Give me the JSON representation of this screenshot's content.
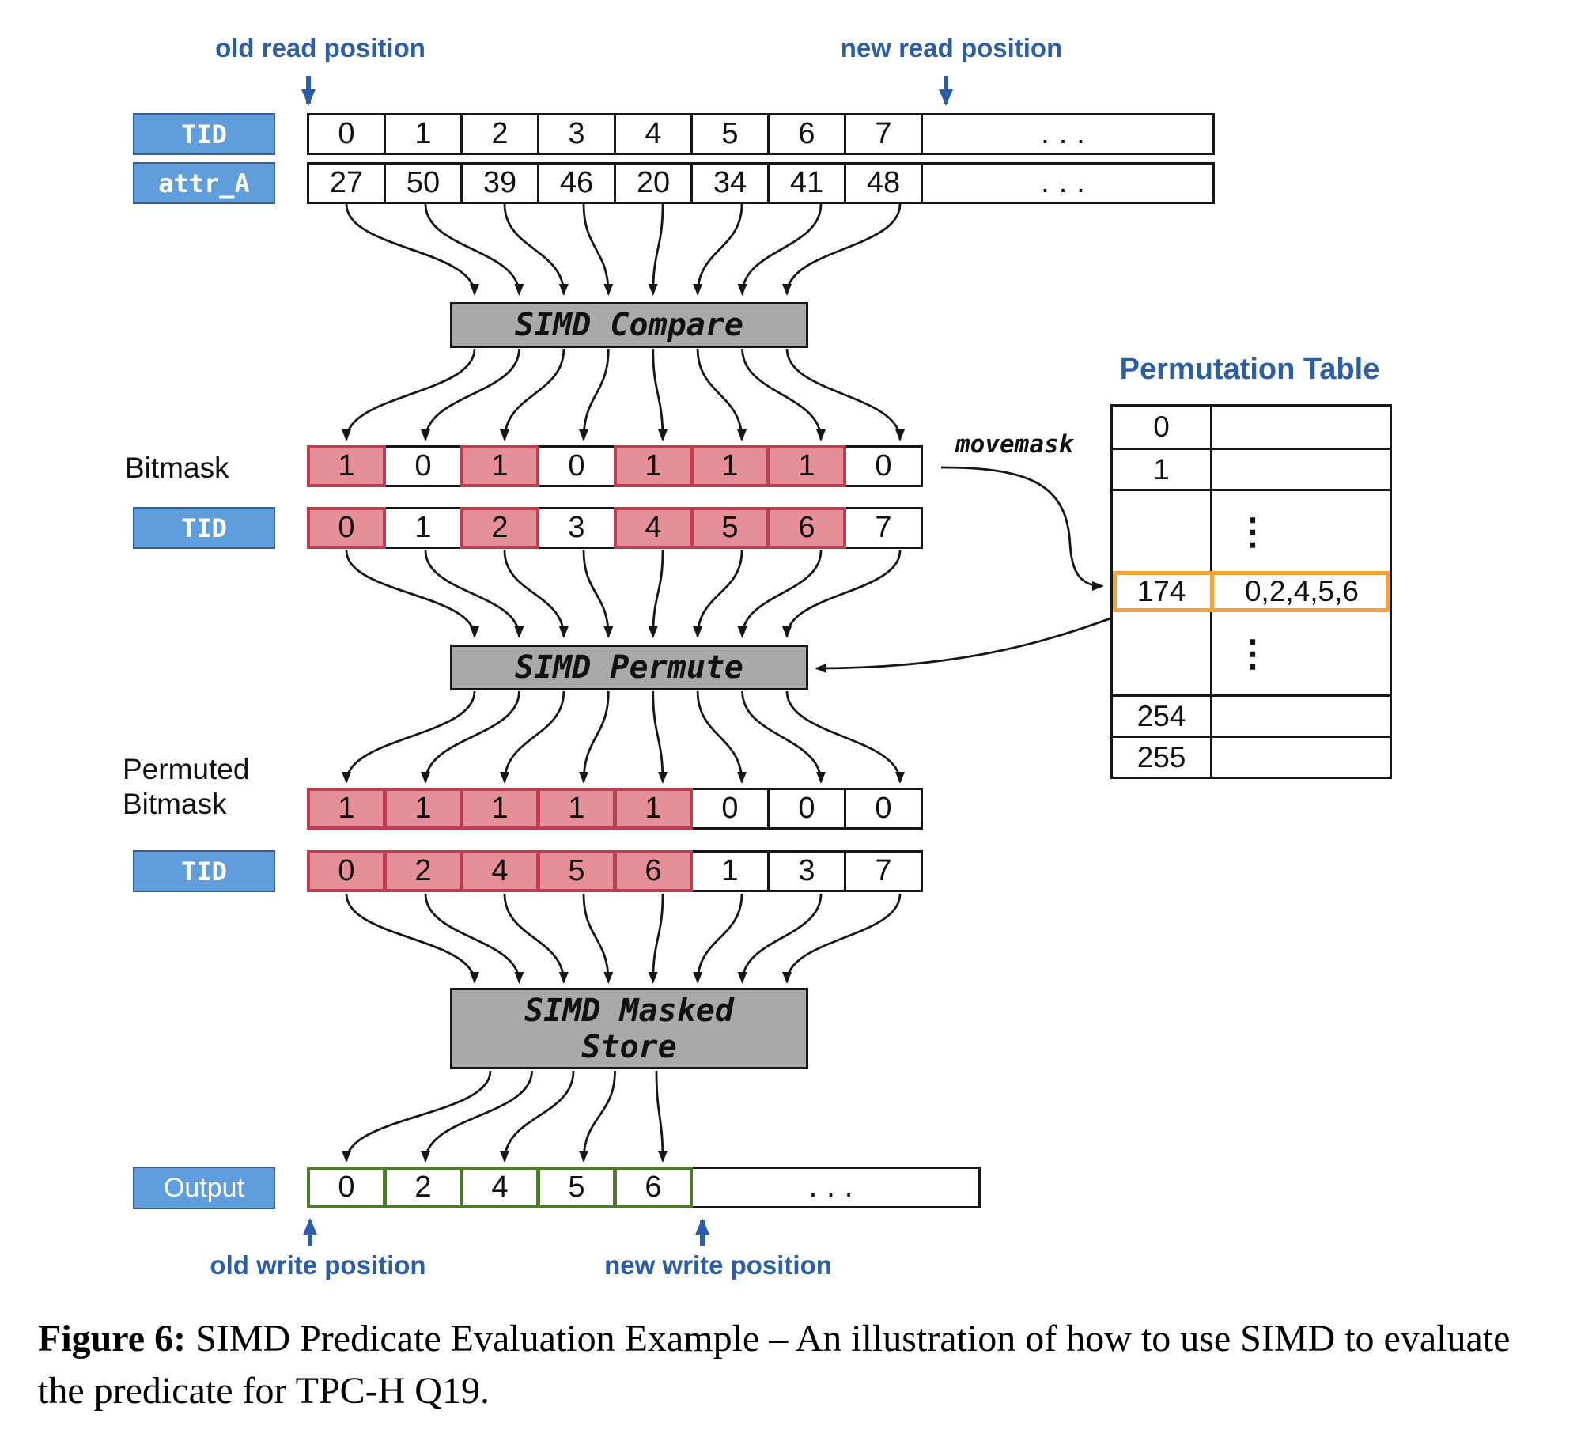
{
  "annotations": {
    "old_read": "old read position",
    "new_read": "new read position",
    "old_write": "old write position",
    "new_write": "new write position",
    "movemask": "movemask"
  },
  "operators": {
    "compare": "SIMD Compare",
    "permute": "SIMD Permute",
    "masked_store_line1": "SIMD Masked",
    "masked_store_line2": "Store"
  },
  "rows": {
    "tid_top": {
      "label": "TID",
      "cells": [
        "0",
        "1",
        "2",
        "3",
        "4",
        "5",
        "6",
        "7"
      ],
      "ellipsis": "..."
    },
    "attr_a": {
      "label": "attr_A",
      "cells": [
        "27",
        "50",
        "39",
        "46",
        "20",
        "34",
        "41",
        "48"
      ],
      "ellipsis": "..."
    },
    "bitmask": {
      "label": "Bitmask",
      "cells": [
        "1",
        "0",
        "1",
        "0",
        "1",
        "1",
        "1",
        "0"
      ],
      "highlighted_indices": [
        0,
        2,
        4,
        5,
        6
      ]
    },
    "tid_mid": {
      "label": "TID",
      "cells": [
        "0",
        "1",
        "2",
        "3",
        "4",
        "5",
        "6",
        "7"
      ],
      "highlighted_indices": [
        0,
        2,
        4,
        5,
        6
      ]
    },
    "permuted_bitmask": {
      "label_line1": "Permuted",
      "label_line2": "Bitmask",
      "cells": [
        "1",
        "1",
        "1",
        "1",
        "1",
        "0",
        "0",
        "0"
      ],
      "highlighted_indices": [
        0,
        1,
        2,
        3,
        4
      ]
    },
    "tid_permuted": {
      "label": "TID",
      "cells": [
        "0",
        "2",
        "4",
        "5",
        "6",
        "1",
        "3",
        "7"
      ],
      "highlighted_indices": [
        0,
        1,
        2,
        3,
        4
      ]
    },
    "output": {
      "label": "Output",
      "cells": [
        "0",
        "2",
        "4",
        "5",
        "6"
      ],
      "ellipsis": "..."
    }
  },
  "permutation_table": {
    "title": "Permutation Table",
    "rows": [
      {
        "index": "0",
        "value": ""
      },
      {
        "index": "1",
        "value": ""
      },
      {
        "dots": "⋮"
      },
      {
        "index": "174",
        "value": "0,2,4,5,6",
        "highlighted": true
      },
      {
        "dots": "⋮"
      },
      {
        "index": "254",
        "value": ""
      },
      {
        "index": "255",
        "value": ""
      }
    ]
  },
  "caption": {
    "label": "Figure 6:",
    "text": " SIMD Predicate Evaluation Example – An illustration of how to use SIMD to evaluate the predicate for TPC-H Q19."
  },
  "colors": {
    "accent_blue": "#2b5ea7",
    "label_blue": "#5f9ddb",
    "highlight_red_bg": "#e59098",
    "highlight_red_border": "#bb3f4e",
    "highlight_orange": "#f3a33a",
    "output_green": "#4e7a2e",
    "operator_gray": "#a9a9a9"
  }
}
